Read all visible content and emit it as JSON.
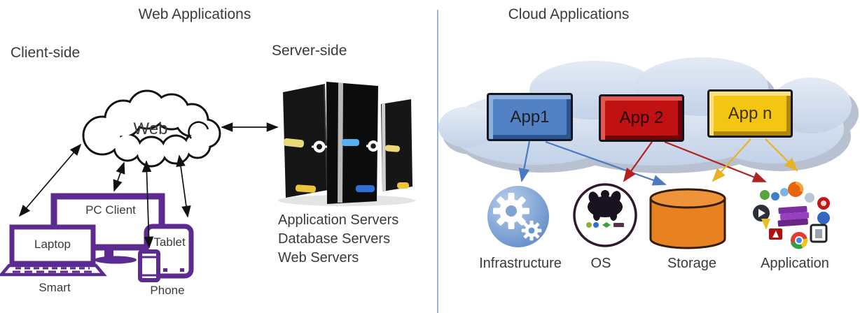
{
  "left": {
    "title": "Web Applications",
    "client_side": "Client-side",
    "server_side": "Server-side",
    "web_label": "Web",
    "devices": {
      "pc": "PC Client",
      "laptop": "Laptop",
      "tablet": "Tablet",
      "smart": "Smart",
      "phone": "Phone"
    },
    "server_labels": [
      "Application Servers",
      "Database Servers",
      "Web Servers"
    ]
  },
  "right": {
    "title": "Cloud Applications",
    "apps": [
      {
        "label": "App1",
        "color": "#5282c4"
      },
      {
        "label": "App 2",
        "color": "#c01212"
      },
      {
        "label": "App n",
        "color": "#f3c614"
      }
    ],
    "resources": [
      {
        "label": "Infrastructure",
        "icon": "gears-in-blue-circle"
      },
      {
        "label": "OS",
        "icon": "os-logos-circle"
      },
      {
        "label": "Storage",
        "icon": "orange-cylinder"
      },
      {
        "label": "Application",
        "icon": "app-icons-cluster"
      }
    ],
    "connections": [
      {
        "from": "App1",
        "to": "Infrastructure",
        "color": "#4d79c0"
      },
      {
        "from": "App1",
        "to": "Storage",
        "color": "#4d79c0"
      },
      {
        "from": "App 2",
        "to": "OS",
        "color": "#b52020"
      },
      {
        "from": "App 2",
        "to": "Application",
        "color": "#b52020"
      },
      {
        "from": "App n",
        "to": "Storage",
        "color": "#e8b227"
      },
      {
        "from": "App n",
        "to": "Application",
        "color": "#e8b227"
      }
    ]
  },
  "colors": {
    "divider": "#9cb6d8",
    "device_outline": "#5b2b91",
    "storage": "#e8811f",
    "infrastructure_circle": "#6d96cf",
    "arrow_black": "#111111",
    "arrow_blue": "#4d79c0",
    "arrow_red": "#b52020",
    "arrow_yellow": "#e8b227"
  }
}
